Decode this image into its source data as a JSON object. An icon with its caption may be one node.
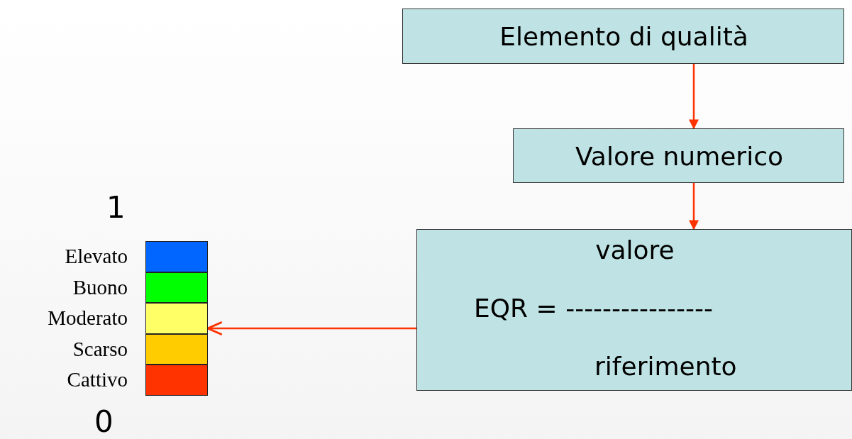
{
  "diagram": {
    "nodes": [
      {
        "text": [
          "Elemento di qualità"
        ]
      },
      {
        "text": [
          "Valore numerico"
        ]
      },
      {
        "text": [
          "valore",
          "EQR = ----------------",
          "riferimento"
        ]
      },
      {
        "text": [],
        "shape": "bar"
      }
    ],
    "edges": [
      {
        "from": 0,
        "to": 1,
        "arrow": "to"
      },
      {
        "from": 1,
        "to": 2,
        "arrow": "to"
      },
      {
        "from": 2,
        "to": 3,
        "arrow": "to"
      }
    ],
    "labels": [
      "1",
      "0"
    ],
    "legend": [
      {
        "text": "Elevato",
        "color": "#0066ff"
      },
      {
        "text": "Buono",
        "color": "#00ff00"
      },
      {
        "text": "Moderato",
        "color": "#ffff66"
      },
      {
        "text": "Scarso",
        "color": "#ffcc00"
      },
      {
        "text": "Cattivo",
        "color": "#ff3300"
      }
    ]
  }
}
